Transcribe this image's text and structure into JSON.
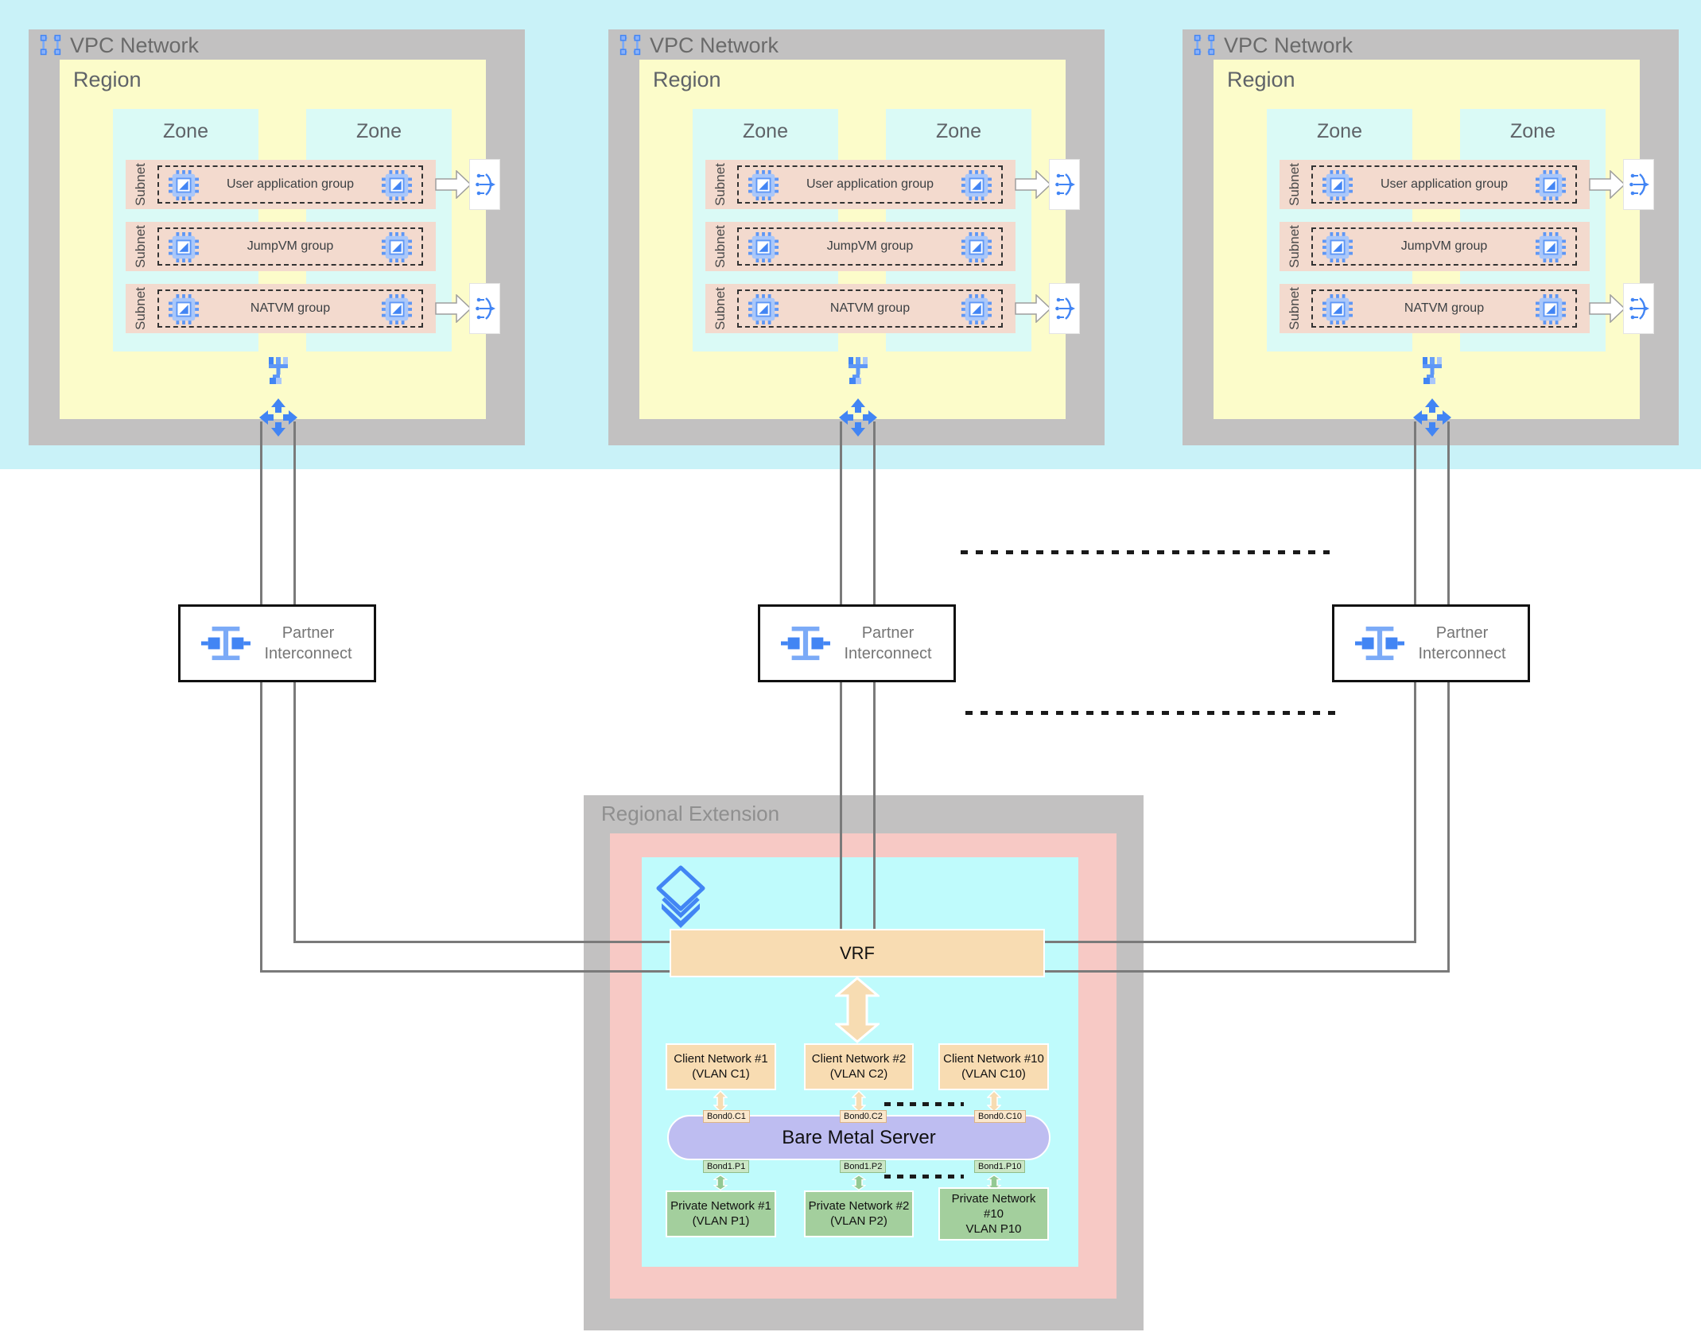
{
  "vpc": {
    "title": "VPC Network",
    "region_label": "Region",
    "zones": [
      "Zone",
      "Zone"
    ],
    "subnets": [
      {
        "label": "Subnet",
        "group": "User application group"
      },
      {
        "label": "Subnet",
        "group": "JumpVM group"
      },
      {
        "label": "Subnet",
        "group": "NATVM group"
      }
    ]
  },
  "pi": {
    "label": "Partner Interconnect"
  },
  "re": {
    "title": "Regional Extension",
    "vrf": "VRF",
    "server": "Bare Metal Server",
    "clients": [
      {
        "name": "Client Network #1",
        "vlan": "(VLAN C1)",
        "bond": "Bond0.C1"
      },
      {
        "name": "Client Network #2",
        "vlan": "(VLAN C2)",
        "bond": "Bond0.C2"
      },
      {
        "name": "Client Network #10",
        "vlan": "(VLAN C10)",
        "bond": "Bond0.C10"
      }
    ],
    "privates": [
      {
        "name": "Private Network #1",
        "vlan": "(VLAN P1)",
        "bond": "Bond1.P1"
      },
      {
        "name": "Private Network #2",
        "vlan": "(VLAN P2)",
        "bond": "Bond1.P2"
      },
      {
        "name": "Private Network",
        "num": "#10",
        "vlan": "VLAN P10",
        "bond": "Bond1.P10"
      }
    ]
  },
  "icons": {
    "vpc": "vpc-network-icon",
    "vm": "compute-vm-icon",
    "load_balancer": "load-balancer-icon",
    "network_tree": "network-hub-icon",
    "routes": "four-way-arrows-icon",
    "interconnect": "partner-interconnect-icon",
    "layers": "stacked-layers-icon"
  },
  "colors": {
    "band_cyan": "#C9F2F8",
    "zone_cyan": "#DAFAF6",
    "re_cyan": "#BFFBFC",
    "box_gray": "#C2C1C1",
    "region_yellow": "#FCFCCA",
    "subnet_pink": "#F3DACE",
    "re_pink": "#F7C9C5",
    "accent_blue": "#4285F4",
    "light_blue": "#7BAAF7",
    "orange_tan": "#F8DCB2",
    "green_box": "#A3CF9D",
    "server_purple": "#BEBDF1",
    "line_gray": "#7A7A7A"
  }
}
